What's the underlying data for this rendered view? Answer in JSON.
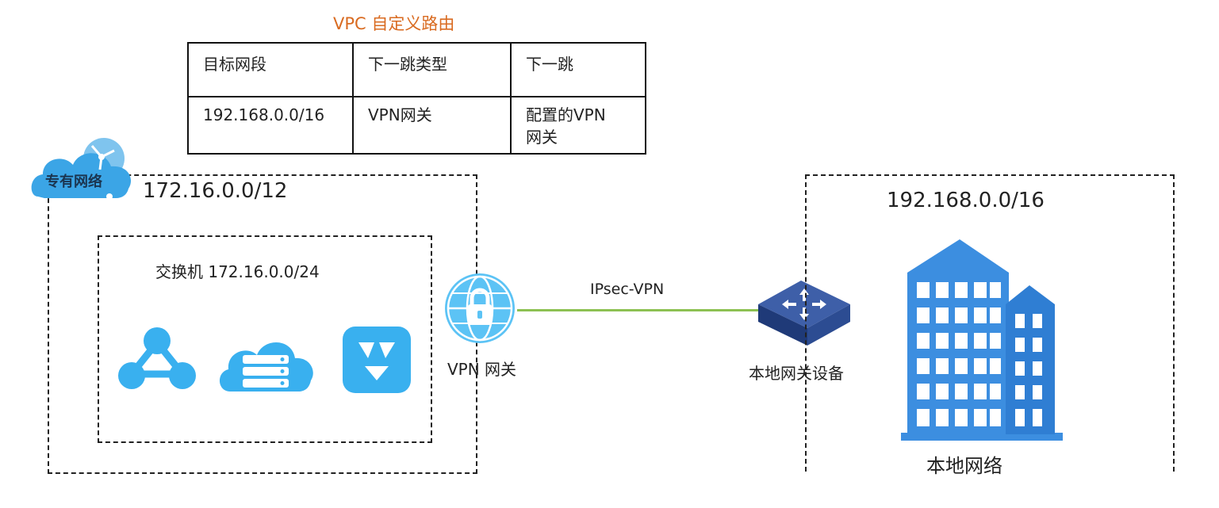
{
  "route_table": {
    "title": "VPC 自定义路由",
    "headers": [
      "目标网段",
      "下一跳类型",
      "下一跳"
    ],
    "rows": [
      [
        "192.168.0.0/16",
        "VPN网关",
        "配置的VPN\n网关"
      ]
    ]
  },
  "vpc": {
    "badge_label": "专有网络",
    "cidr": "172.16.0.0/12",
    "switch_label": "交换机 172.16.0.0/24",
    "resource_icons": [
      "network-node-icon",
      "cloud-server-icon",
      "shield-app-icon"
    ]
  },
  "vpn_gateway": {
    "label": "VPN 网关",
    "icon": "vpn-gateway-lock-icon"
  },
  "link": {
    "label": "IPsec-VPN",
    "color": "#8cc152"
  },
  "local": {
    "cidr": "192.168.0.0/16",
    "gateway_device_label": "本地网关设备",
    "network_label": "本地网络",
    "building_color": "#3c8ee0"
  },
  "colors": {
    "title_accent": "#d96b21",
    "icon_blue": "#39b0ef",
    "device_dark": "#243d7a"
  }
}
